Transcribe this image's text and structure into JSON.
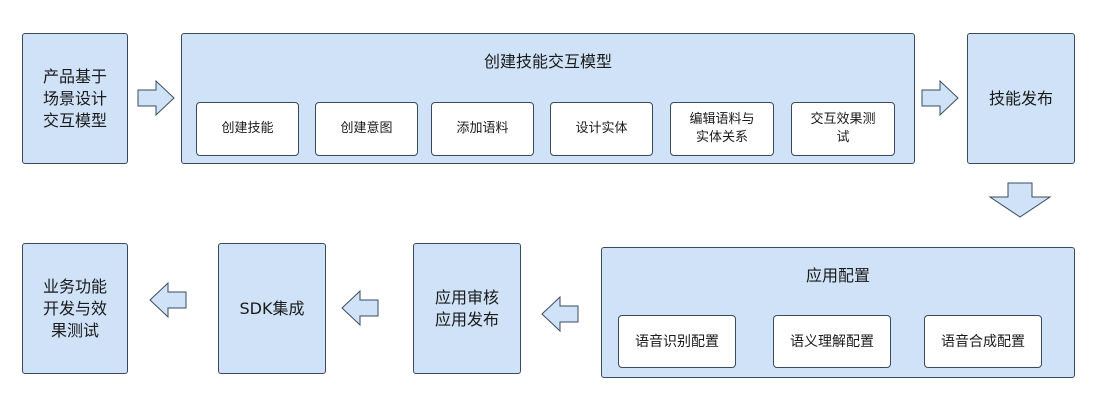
{
  "top_row": {
    "start_box": {
      "lines": [
        "产品基于",
        "场景设计",
        "交互模型"
      ]
    },
    "create_panel": {
      "title": "创建技能交互模型",
      "steps": [
        {
          "lines": [
            "创建技能"
          ]
        },
        {
          "lines": [
            "创建意图"
          ]
        },
        {
          "lines": [
            "添加语料"
          ]
        },
        {
          "lines": [
            "设计实体"
          ]
        },
        {
          "lines": [
            "编辑语料与",
            "实体关系"
          ]
        },
        {
          "lines": [
            "交互效果测",
            "试"
          ]
        }
      ]
    },
    "publish_box": {
      "lines": [
        "技能发布"
      ]
    }
  },
  "bottom_row": {
    "config_panel": {
      "title": "应用配置",
      "items": [
        {
          "lines": [
            "语音识别配置"
          ]
        },
        {
          "lines": [
            "语义理解配置"
          ]
        },
        {
          "lines": [
            "语音合成配置"
          ]
        }
      ]
    },
    "review_box": {
      "lines": [
        "应用审核",
        "应用发布"
      ]
    },
    "sdk_box": {
      "lines": [
        "SDK集成"
      ]
    },
    "final_box": {
      "lines": [
        "业务功能",
        "开发与效",
        "果测试"
      ]
    }
  },
  "colors": {
    "box_fill": "#cfe2f7",
    "border": "#3a4a5c",
    "sub_fill": "#ffffff"
  }
}
